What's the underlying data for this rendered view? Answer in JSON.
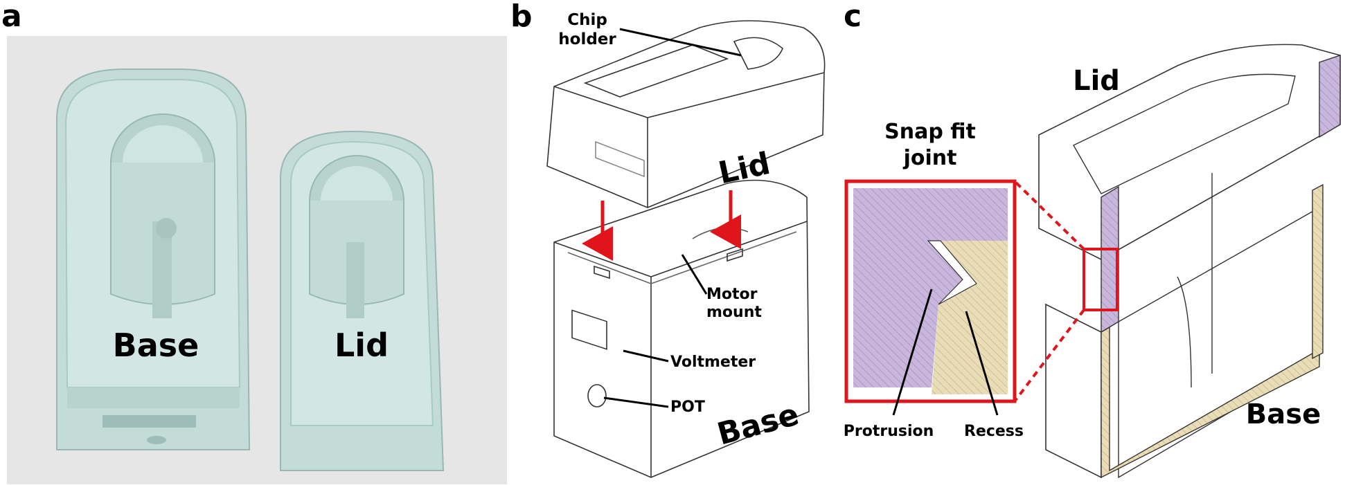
{
  "panels": [
    {
      "letter": "a"
    },
    {
      "letter": "b"
    },
    {
      "letter": "c"
    }
  ],
  "panel_a": {
    "base_label": "Base",
    "lid_label": "Lid",
    "photo_colors": {
      "background": "#e6e6e6",
      "plastic": "#c8e0dc",
      "plastic_shade": "#a9c9c4"
    }
  },
  "panel_b": {
    "chip_holder_line1": "Chip",
    "chip_holder_line2": "holder",
    "lid_label": "Lid",
    "motor_mount_line1": "Motor",
    "motor_mount_line2": "mount",
    "voltmeter_label": "Voltmeter",
    "pot_label": "POT",
    "base_label": "Base",
    "arrow_color": "#e0141b"
  },
  "panel_c": {
    "lid_label": "Lid",
    "snap_fit_line1": "Snap fit",
    "snap_fit_line2": "joint",
    "protrusion_label": "Protrusion",
    "recess_label": "Recess",
    "base_label": "Base",
    "colors": {
      "lid_hatch": "#c9b6dc",
      "base_hatch": "#e9ddb8",
      "highlight": "#e0141b"
    }
  }
}
